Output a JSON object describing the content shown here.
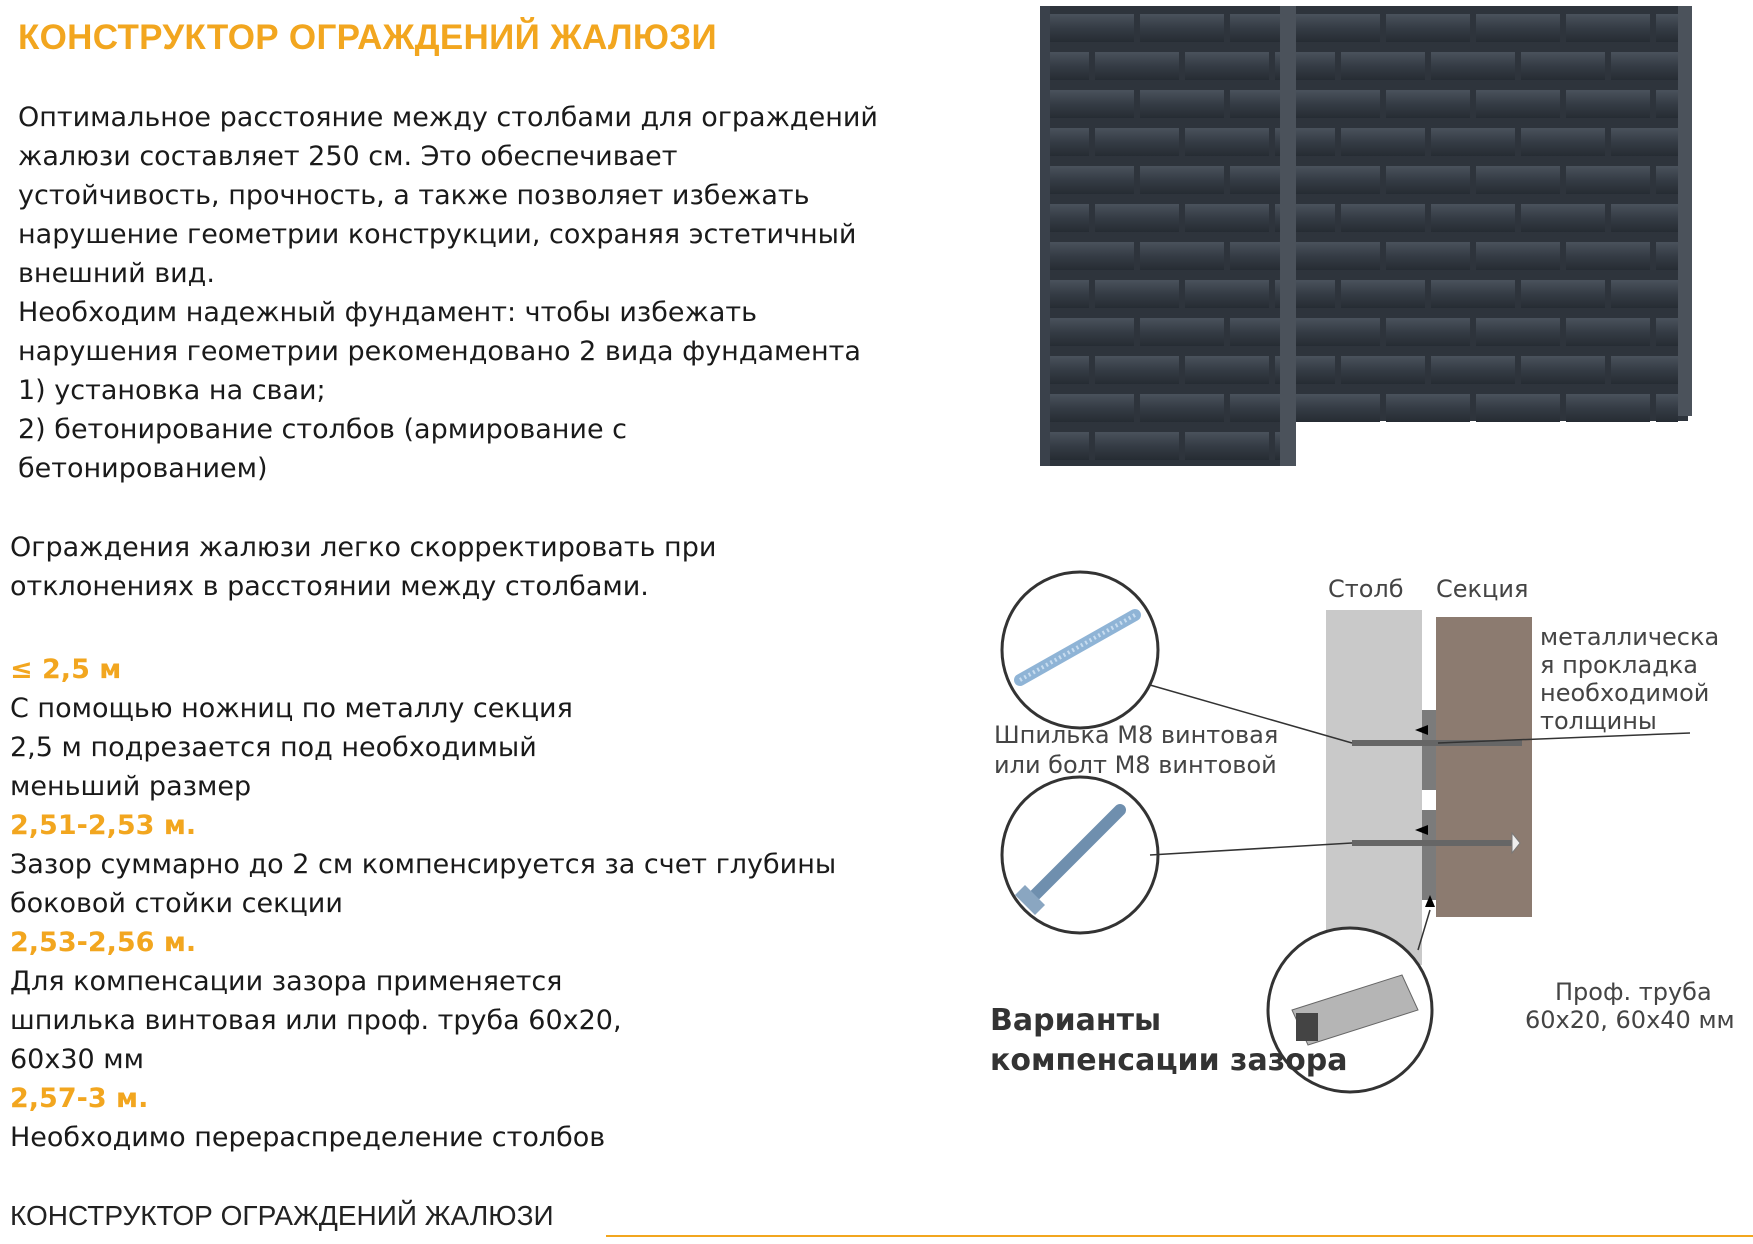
{
  "title": "КОНСТРУКТОР ОГРАЖДЕНИЙ ЖАЛЮЗИ",
  "intro": {
    "lines": [
      "Оптимальное расстояние между столбами для ограждений",
      "жалюзи  составляет 250 см.  Это обеспечивает",
      "устойчивость, прочность, а также позволяет избежать",
      "нарушение геометрии конструкции, сохраняя эстетичный",
      "внешний вид.",
      "Необходим надежный фундамент: чтобы избежать",
      "нарушения геометрии рекомендовано 2 вида фундамента",
      "1) установка на сваи;",
      "2) бетонирование столбов (армирование с",
      "бетонированием)"
    ]
  },
  "note": {
    "line1": "Ограждения жалюзи легко скорректировать при",
    "line2": "отклонениях в расстоянии между столбами."
  },
  "ranges": [
    {
      "head": "≤ 2,5 м",
      "lines": [
        "С помощью ножниц по металлу секция",
        "2,5 м подрезается под  необходимый",
        "меньший размер"
      ]
    },
    {
      "head": "2,51-2,53 м.",
      "lines": [
        "Зазор суммарно до 2 см компенсируется за счет глубины",
        "боковой стойки секции"
      ]
    },
    {
      "head": "2,53-2,56 м.",
      "lines": [
        "Для компенсации зазора применяется",
        "шпилька винтовая или проф. труба 60х20,",
        "60х30 мм"
      ]
    },
    {
      "head": "2,57-3 м.",
      "lines": [
        "Необходимо перераспределение столбов"
      ]
    }
  ],
  "diagram": {
    "post_label": "Столб",
    "section_label": "Секция",
    "shim_lines": [
      "металлическа",
      "я прокладка",
      "необходимой",
      "толщины"
    ],
    "stud_lines": [
      "Шпилька М8 винтовая",
      "или болт М8 винтовой"
    ],
    "tube_lines": [
      "Проф. труба",
      "60х20, 60х40 мм"
    ],
    "caption_lines": [
      "Варианты",
      "компенсации зазора"
    ],
    "colors": {
      "post": "#c9c9c9",
      "section": "#8c7b70",
      "fence": "#3a414b"
    }
  },
  "footer": {
    "label": "КОНСТРУКТОР ОГРАЖДЕНИЙ ЖАЛЮЗИ"
  },
  "accent_color": "#f2a61f"
}
